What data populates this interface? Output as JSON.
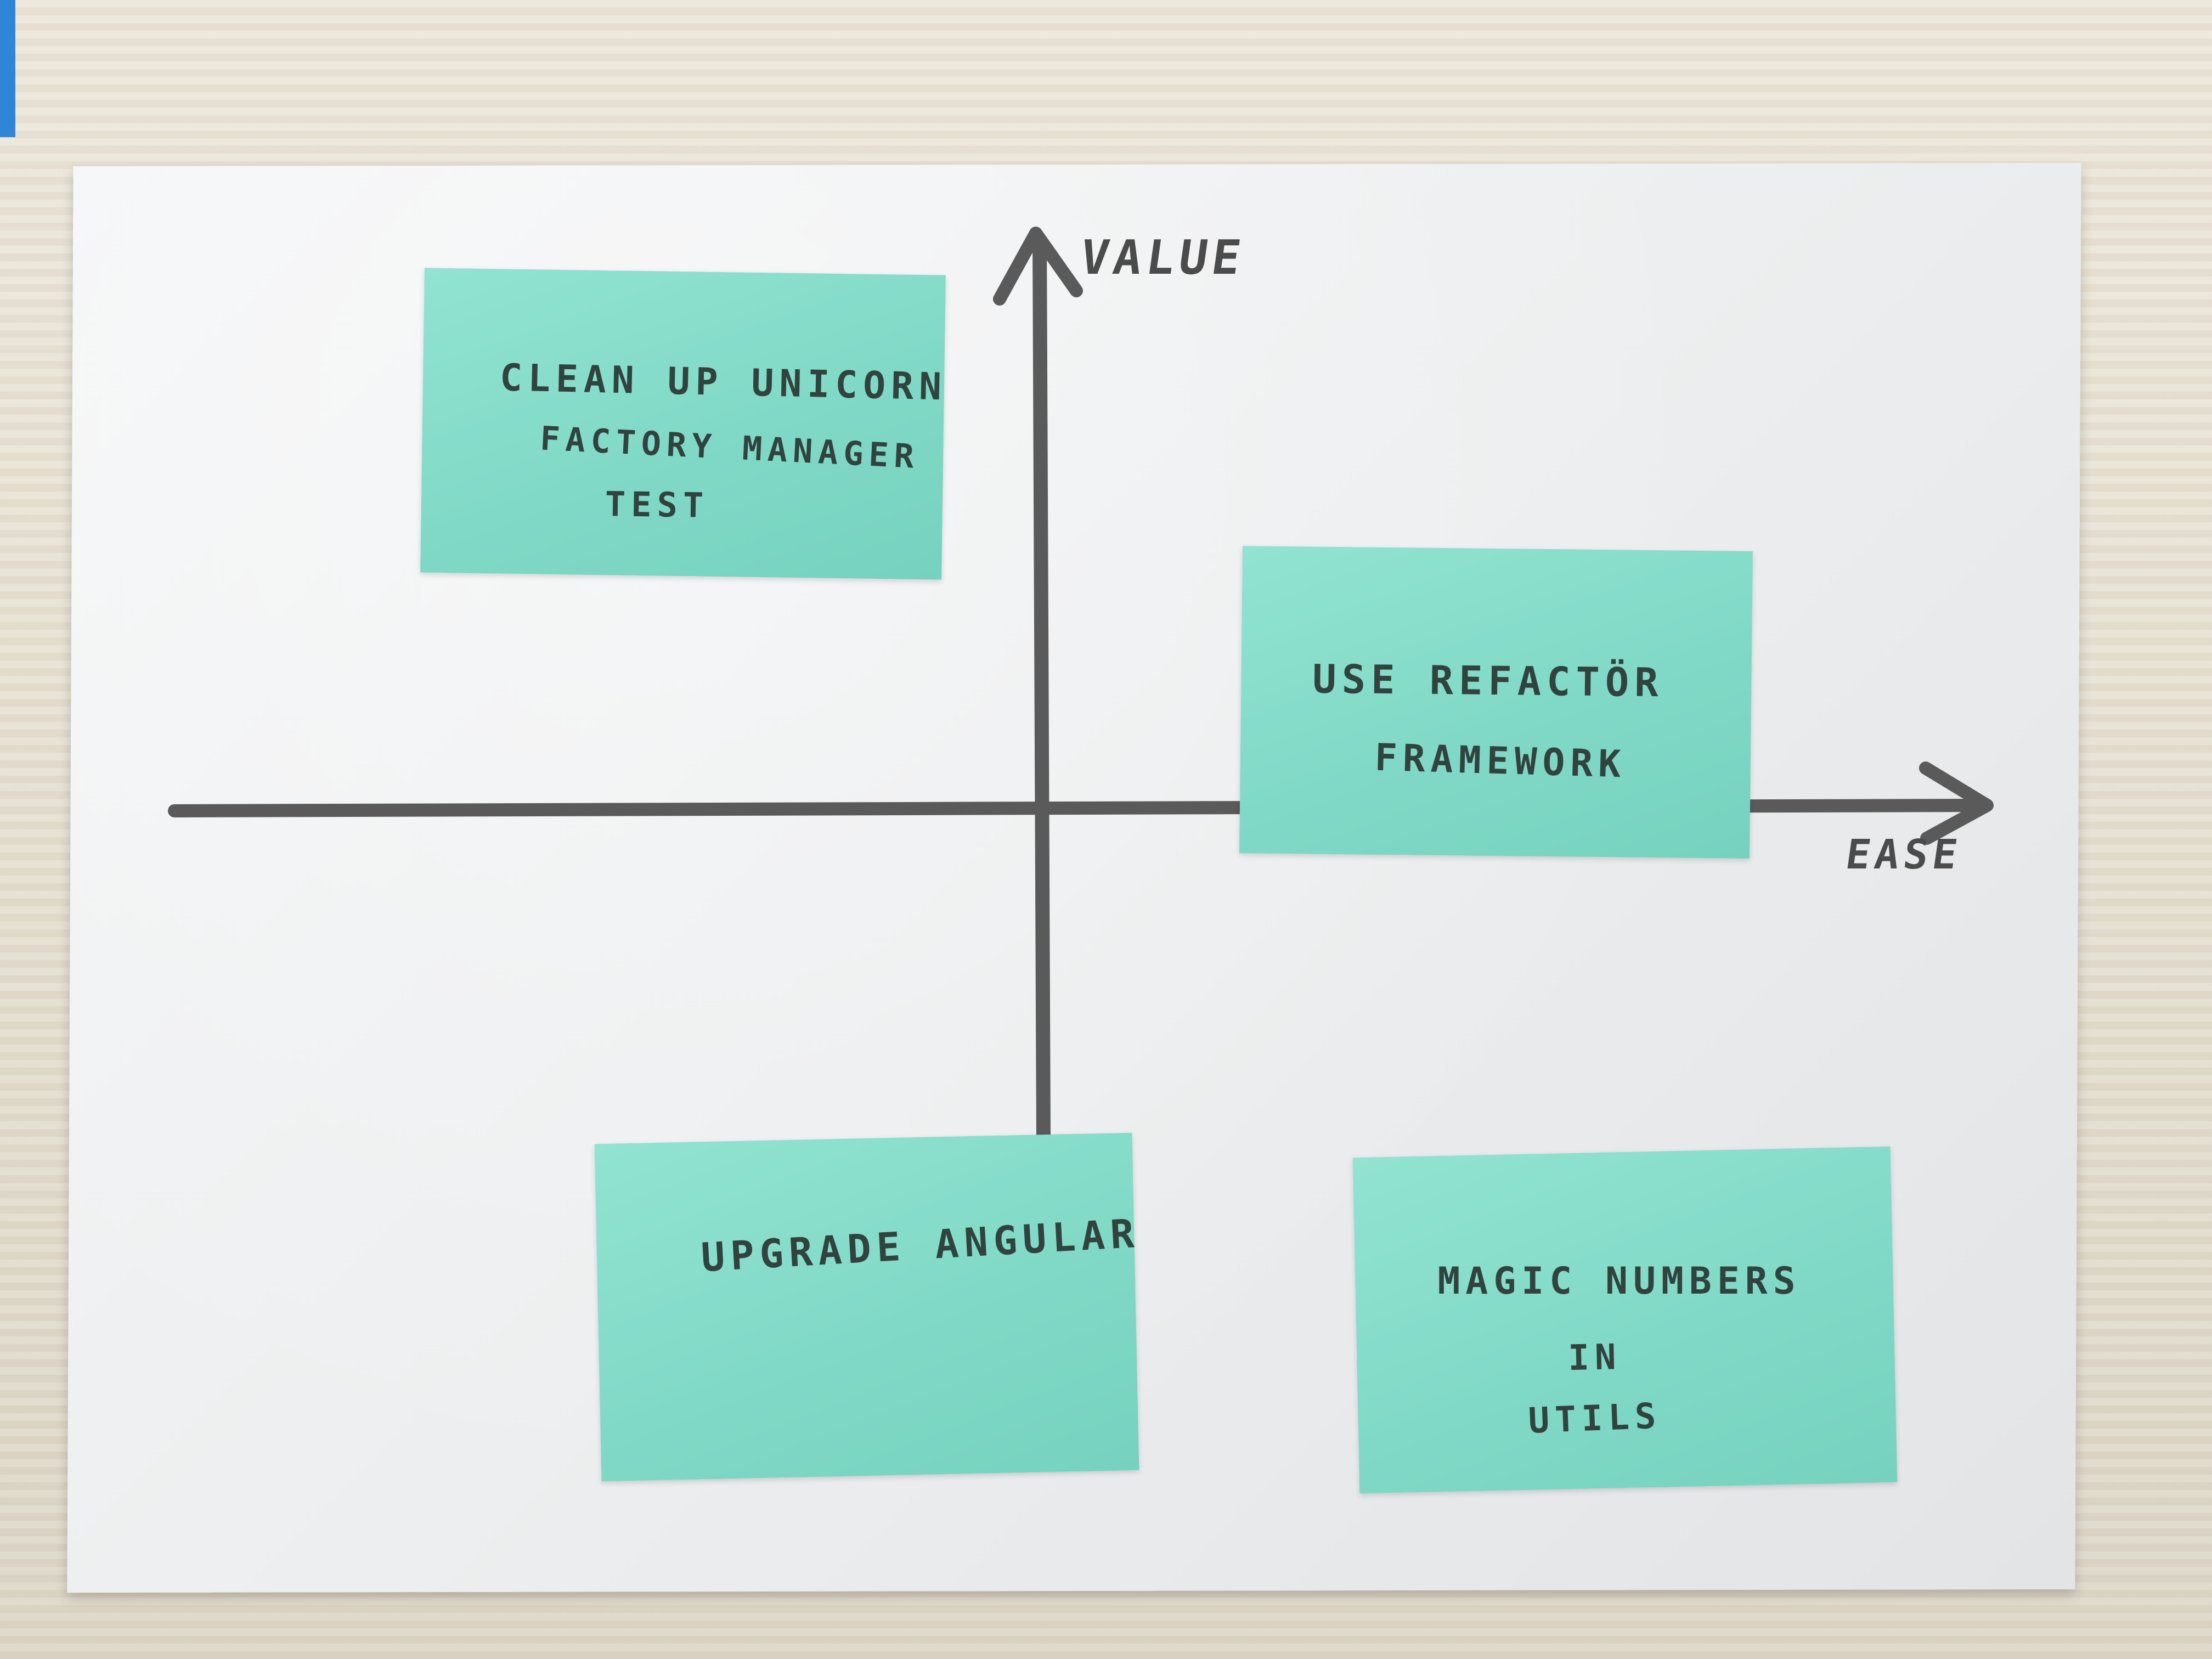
{
  "axes": {
    "y_label": "VALUE",
    "x_label": "EASE"
  },
  "notes": [
    {
      "lines": [
        "CLEAN UP UNICORN",
        "FACTORY MANAGER",
        "TEST"
      ]
    },
    {
      "lines": [
        "USE REFACTÖR",
        "FRAMEWORK"
      ]
    },
    {
      "lines": [
        "UPGRADE ANGULAR"
      ]
    },
    {
      "lines": [
        "MAGIC NUMBERS",
        "IN",
        "UTILS"
      ]
    }
  ],
  "colors": {
    "note": "#80d9c6",
    "ink": "#4b4b4b",
    "paper": "#eceeef",
    "desk": "#e6e0d2",
    "accent_tab": "#2f86d6"
  }
}
